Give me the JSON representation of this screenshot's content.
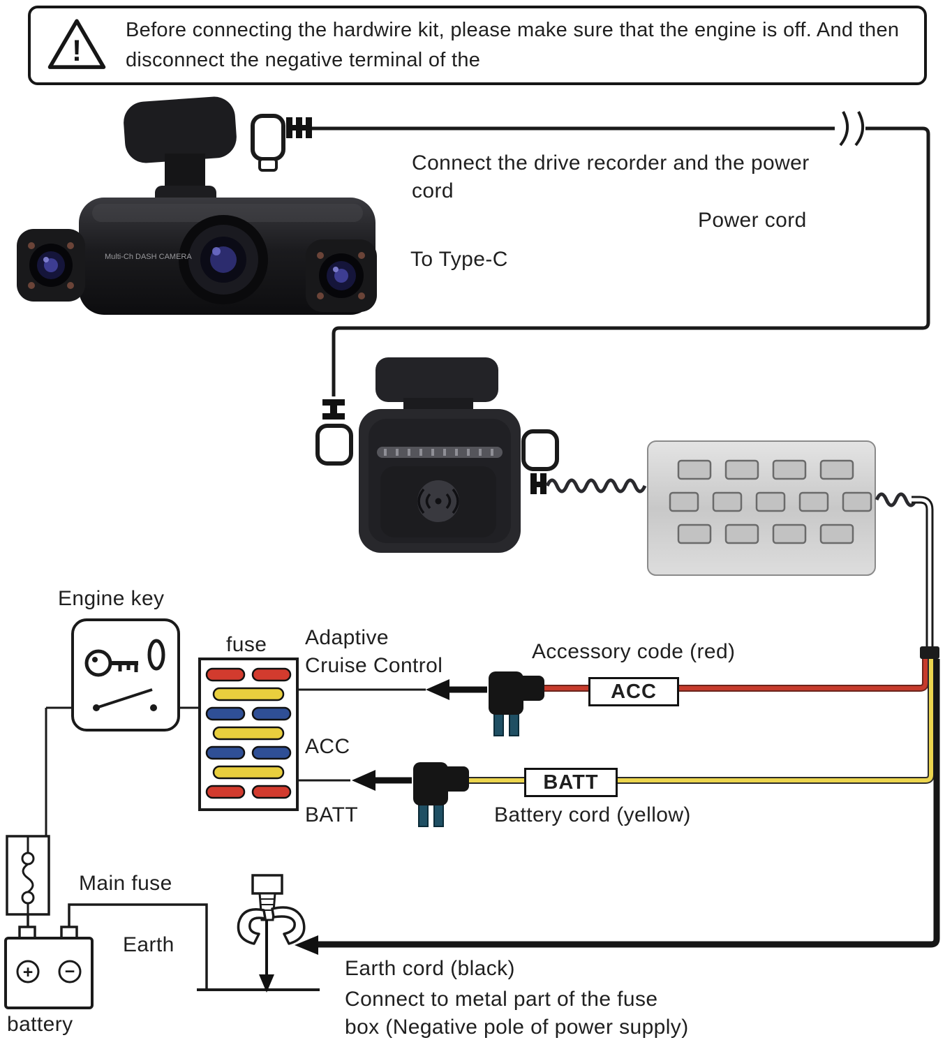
{
  "warning": {
    "icon": "!",
    "text": "Before connecting the hardwire kit, please make sure that the engine is off. And then disconnect the negative terminal of the"
  },
  "camera": {
    "body_label": "Multi-Ch DASH CAMERA",
    "connect_note": "Connect the drive recorder and the power cord",
    "power_cord_label": "Power cord",
    "type_c_label": "To Type-C"
  },
  "fuse_panel": {
    "engine_key_label": "Engine key",
    "fuse_label": "fuse",
    "fuse_rows": [
      "red,red",
      "yellow",
      "blue,blue",
      "yellow",
      "blue,blue",
      "yellow",
      "red,red"
    ]
  },
  "acc": {
    "target_line1": "Adaptive",
    "target_line2": "Cruise Control",
    "cord_label": "Accessory code (red)",
    "badge": "ACC",
    "fuse_slot_label": "ACC"
  },
  "batt": {
    "badge": "BATT",
    "cord_label": "Battery cord (yellow)",
    "fuse_slot_label": "BATT"
  },
  "earth": {
    "main_fuse_label": "Main fuse",
    "earth_label": "Earth",
    "battery_label": "battery",
    "battery_plus": "+",
    "battery_minus": "−",
    "cord_label": "Earth cord (black)",
    "note_line1": "Connect to metal part of the fuse",
    "note_line2": "box (Negative pole of power supply)"
  },
  "colors": {
    "acc_wire_red": "#c63b2c",
    "batt_wire_yellow": "#ecd54e",
    "earth_wire_black": "#161616",
    "fuse_red": "#d23b2e",
    "fuse_yellow": "#e9cf3e",
    "fuse_blue": "#2f4f96"
  }
}
